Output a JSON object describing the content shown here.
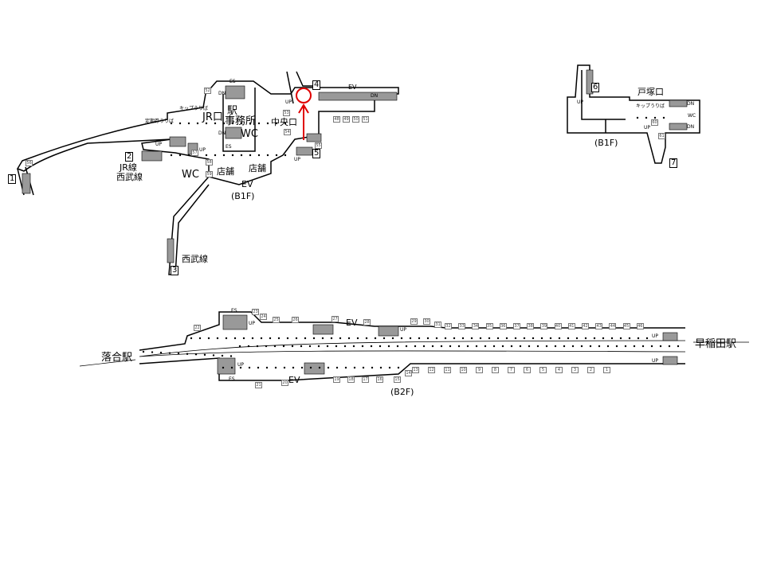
{
  "b1f_main": {
    "floor": "(B1F)",
    "exits": [
      "1",
      "2",
      "3",
      "4",
      "5"
    ],
    "jr_exit": "JR口",
    "central_exit": "中央口",
    "station_office": [
      "駅",
      "事務所"
    ],
    "wc": "WC",
    "wc2": "WC",
    "shop1": "店舗",
    "shop2": "店舗",
    "ev": "EV",
    "ev2": "EV",
    "exit2_dest": [
      "JR線",
      "西武線"
    ],
    "exit3_dest": "西武線",
    "commuter_pass": "定期券うりば",
    "ticket_counter": "キップうりば",
    "up": "UP",
    "dn": "DN",
    "es": "ES",
    "numbers": [
      "52",
      "48",
      "49",
      "50",
      "51",
      "53",
      "54",
      "55",
      "56",
      "57",
      "58",
      "59"
    ]
  },
  "b1f_totsuka": {
    "floor": "(B1F)",
    "exit_name": "戸塚口",
    "exits": [
      "6",
      "7"
    ],
    "ticket_counter": "キップうりば",
    "wc": "WC",
    "up": "UP",
    "dn": "DN",
    "numbers": [
      "60",
      "61"
    ]
  },
  "b2f": {
    "floor": "(B2F)",
    "west_station": "落合駅",
    "east_station": "早稲田駅",
    "ev": "EV",
    "es": "ES",
    "up": "UP",
    "top_numbers": [
      "22",
      "23",
      "24",
      "25",
      "26",
      "27",
      "28",
      "29",
      "30",
      "31",
      "32",
      "33",
      "34",
      "35",
      "36",
      "37",
      "38",
      "39",
      "40",
      "41",
      "42",
      "43",
      "44",
      "45",
      "46"
    ],
    "bottom_numbers": [
      "21",
      "20",
      "19",
      "18",
      "17",
      "16",
      "15",
      "14",
      "13",
      "12",
      "11",
      "10",
      "9",
      "8",
      "7",
      "6",
      "5",
      "4",
      "3",
      "2",
      "1"
    ]
  },
  "highlight_color": "#e00000"
}
